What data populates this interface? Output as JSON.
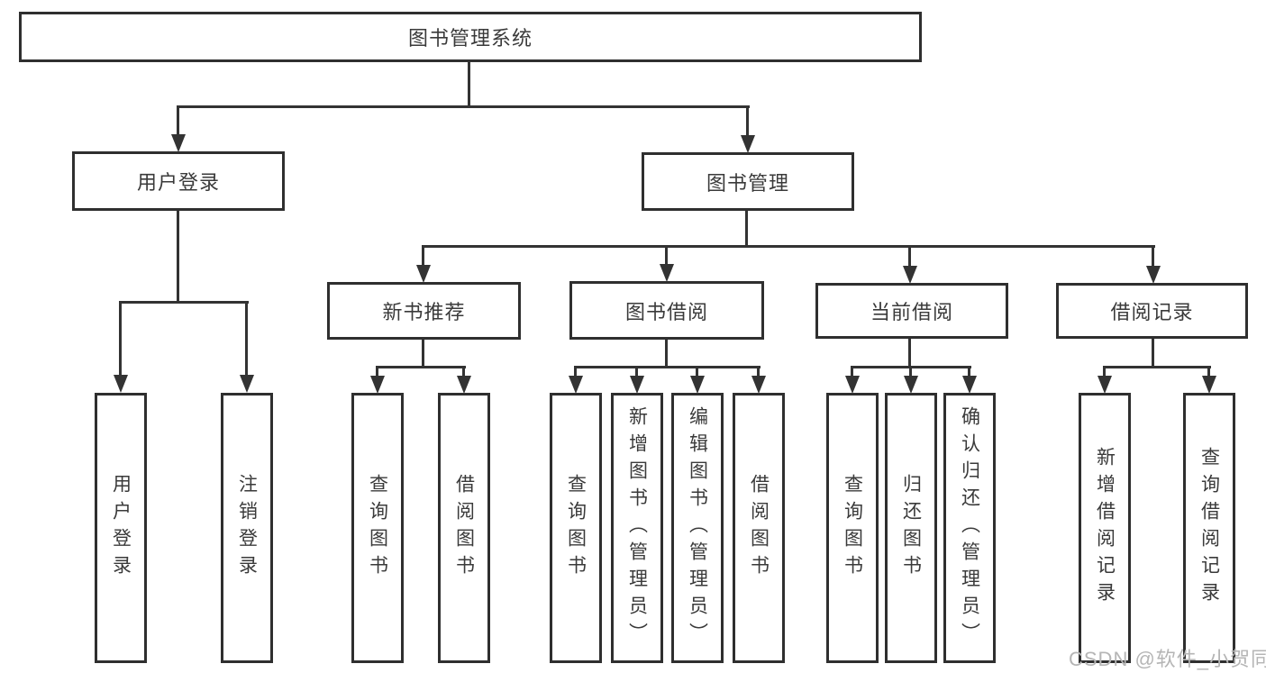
{
  "diagram": {
    "title": "图书管理系统",
    "level2": {
      "user": {
        "label": "用户登录",
        "children": [
          "用户登录",
          "注销登录"
        ]
      },
      "book": {
        "label": "图书管理"
      }
    },
    "groups": [
      {
        "label": "新书推荐",
        "children": [
          "查询图书",
          "借阅图书"
        ]
      },
      {
        "label": "图书借阅",
        "children": [
          "查询图书",
          "新增图书（管理员）",
          "编辑图书（管理员）",
          "借阅图书"
        ]
      },
      {
        "label": "当前借阅",
        "children": [
          "查询图书",
          "归还图书",
          "确认归还（管理员）"
        ]
      },
      {
        "label": "借阅记录",
        "children": [
          "新增借阅记录",
          "查询借阅记录"
        ]
      }
    ]
  },
  "watermark": "CSDN @软件_小贺同学",
  "colors": {
    "line": "#333333",
    "box_border": "#2f2f2f",
    "text": "#3a3a3a",
    "watermark": "#b5b5b5",
    "background": "#ffffff"
  }
}
